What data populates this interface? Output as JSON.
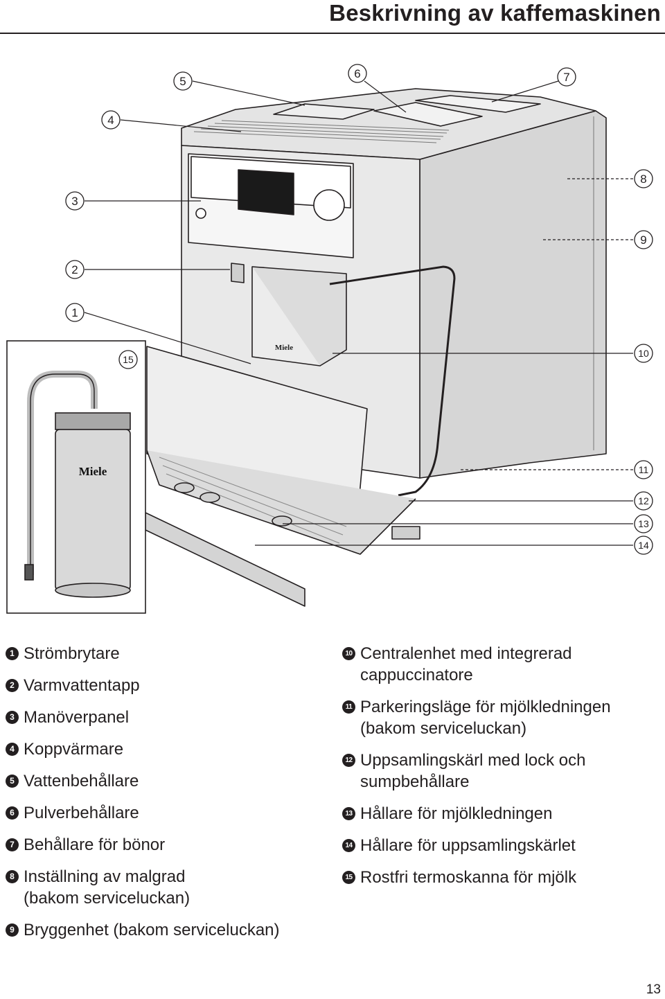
{
  "header": {
    "title": "Beskrivning av kaffemaskinen"
  },
  "figure": {
    "brand_logo": "Miele",
    "callouts": [
      {
        "n": "1"
      },
      {
        "n": "2"
      },
      {
        "n": "3"
      },
      {
        "n": "4"
      },
      {
        "n": "5"
      },
      {
        "n": "6"
      },
      {
        "n": "7"
      },
      {
        "n": "8"
      },
      {
        "n": "9"
      },
      {
        "n": "10"
      },
      {
        "n": "11"
      },
      {
        "n": "12"
      },
      {
        "n": "13"
      },
      {
        "n": "14"
      },
      {
        "n": "15"
      }
    ]
  },
  "legend": {
    "left": [
      {
        "n": "1",
        "text": "Strömbrytare"
      },
      {
        "n": "2",
        "text": "Varmvattentapp"
      },
      {
        "n": "3",
        "text": "Manöverpanel"
      },
      {
        "n": "4",
        "text": "Koppvärmare"
      },
      {
        "n": "5",
        "text": "Vattenbehållare"
      },
      {
        "n": "6",
        "text": "Pulverbehållare"
      },
      {
        "n": "7",
        "text": "Behållare för bönor"
      },
      {
        "n": "8",
        "text": "Inställning av malgrad (bakom serviceluckan)"
      },
      {
        "n": "9",
        "text": "Bryggenhet (bakom serviceluckan)"
      }
    ],
    "right": [
      {
        "n": "10",
        "text": "Centralenhet med integrerad cappuccinatore"
      },
      {
        "n": "11",
        "text": "Parkeringsläge för mjölkledningen (bakom serviceluckan)"
      },
      {
        "n": "12",
        "text": "Uppsamlingskärl med lock och sumpbehållare"
      },
      {
        "n": "13",
        "text": "Hållare för mjölkledningen"
      },
      {
        "n": "14",
        "text": "Hållare för uppsamlingskärlet"
      },
      {
        "n": "15",
        "text": "Rostfri termoskanna för mjölk"
      }
    ]
  },
  "footer": {
    "page_number": "13"
  }
}
